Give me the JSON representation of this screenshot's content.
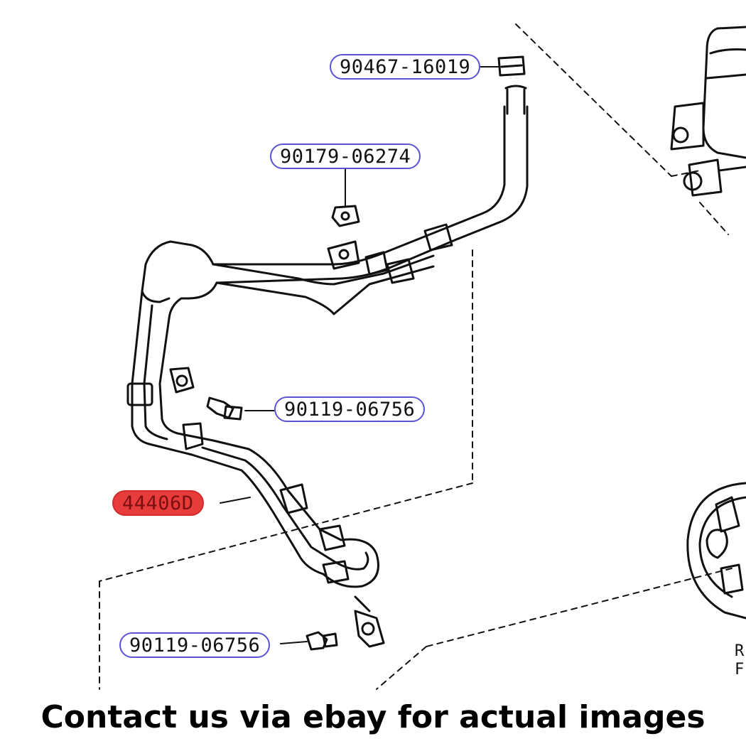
{
  "parts": [
    {
      "id": "p1",
      "number": "90467-16019",
      "highlighted": false
    },
    {
      "id": "p2",
      "number": "90179-06274",
      "highlighted": false
    },
    {
      "id": "p3",
      "number": "90119-06756",
      "highlighted": false
    },
    {
      "id": "p4",
      "number": "44406D",
      "highlighted": true
    },
    {
      "id": "p5",
      "number": "90119-06756",
      "highlighted": false
    }
  ],
  "edge_text": [
    "R",
    "F"
  ],
  "footer": {
    "notice": "Contact us via ebay for actual images"
  },
  "colors": {
    "label_border": "#5b52d6",
    "highlight": "#e83b3b",
    "line": "#111111"
  }
}
